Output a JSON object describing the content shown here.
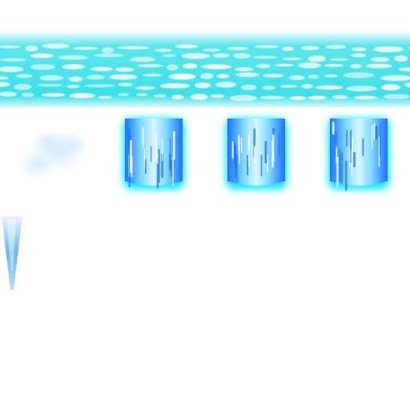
{
  "sprite_sheet": {
    "sprites": [
      {
        "name": "water-surface-band",
        "icon": "water-surface-icon"
      },
      {
        "name": "mist-puff",
        "icon": "mist-icon"
      },
      {
        "name": "waterfall-tile-1",
        "icon": "waterfall-icon"
      },
      {
        "name": "waterfall-tile-2",
        "icon": "waterfall-icon"
      },
      {
        "name": "waterfall-tile-3",
        "icon": "waterfall-icon"
      },
      {
        "name": "drip-stream",
        "icon": "drip-icon"
      }
    ],
    "colors": {
      "background": "#ffffff",
      "water_cyan": "#3fe0e6",
      "water_light": "#bff7fa",
      "fall_blue": "#1a73ff",
      "fall_glow": "#00e5ff",
      "fall_light": "#d8f6ff",
      "mist": "#cfe6ff",
      "drip": "#5aaef5"
    }
  }
}
